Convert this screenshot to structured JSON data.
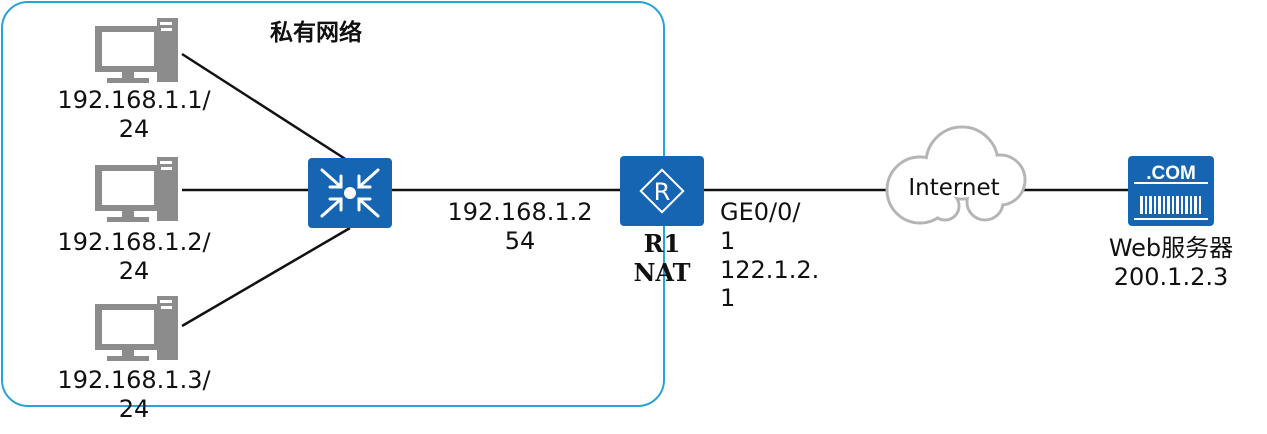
{
  "private_network": {
    "title": "私有网络"
  },
  "hosts": [
    {
      "line1": "192.168.1.1/",
      "line2": "24"
    },
    {
      "line1": "192.168.1.2/",
      "line2": "24"
    },
    {
      "line1": "192.168.1.3/",
      "line2": "24"
    }
  ],
  "switch_link": {
    "line1": "192.168.1.2",
    "line2": "54"
  },
  "router": {
    "name": "R1",
    "role": "NAT"
  },
  "router_wan": {
    "line1": "GE0/0/",
    "line2": "1",
    "line3": "122.1.2.",
    "line4": "1"
  },
  "cloud": {
    "label": "Internet"
  },
  "server": {
    "badge": ".COM",
    "name": "Web服务器",
    "ip": "200.1.2.3"
  },
  "colors": {
    "device_blue": "#1565b3",
    "boundary": "#29a3d6",
    "pc_gray": "#8c8c8c",
    "line": "#111111"
  }
}
